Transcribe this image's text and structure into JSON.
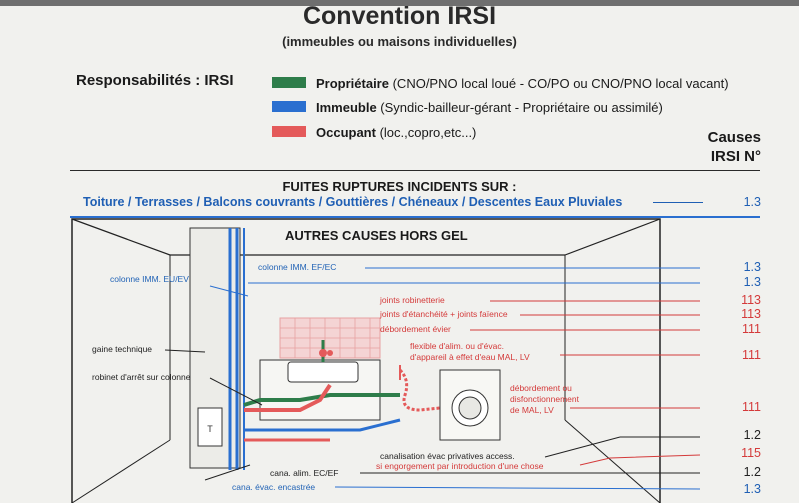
{
  "header": {
    "title": "Convention IRSI",
    "subtitle": "(immeubles ou maisons individuelles)"
  },
  "legend": {
    "label": "Responsabilités : IRSI",
    "items": [
      {
        "bold": "Propriétaire",
        "text": " (CNO/PNO local loué - CO/PO ou CNO/PNO local vacant)",
        "color": "#2e7d4a"
      },
      {
        "bold": "Immeuble",
        "text": " (Syndic-bailleur-gérant - Propriétaire ou assimilé)",
        "color": "#2a6fd0"
      },
      {
        "bold": "Occupant",
        "text": " (loc.,copro,etc...)",
        "color": "#e45a5a"
      }
    ]
  },
  "causes_header": {
    "line1": "Causes",
    "line2": "IRSI N°"
  },
  "fuites": {
    "title": "FUITES RUPTURES INCIDENTS SUR :",
    "line": "Toiture / Terrasses / Balcons couvrants / Gouttières / Chéneaux / Descentes Eaux Pluviales",
    "code": "1.3"
  },
  "diagram": {
    "title": "AUTRES CAUSES HORS GEL",
    "labels": {
      "colonne_ef_ec": "colonne IMM. EF/EC",
      "colonne_eu_ev": "colonne IMM. EU/EV",
      "gaine": "gaine technique",
      "robinet": "robinet d'arrêt sur colonne",
      "joints_robinetterie": "joints robinetterie",
      "joints_etancheite": "joints d'étanchéité + joints faïence",
      "debordement_evier": "débordement évier",
      "flexible1": "flexible d'alim. ou d'évac.",
      "flexible2": "d'appareil à effet d'eau MAL, LV",
      "debord_mal1": "débordement ou",
      "debord_mal2": "disfonctionnement",
      "debord_mal3": "de MAL, LV",
      "canalisation": "canalisation évac privatives access.",
      "engorgement": "si engorgement par introduction d'une chose",
      "cana_alim": "cana. alim. EC/EF",
      "cana_evac": "cana. évac. encastrée"
    },
    "codes": [
      "1.3",
      "1.3",
      "113",
      "113",
      "111",
      "111",
      "111",
      "1.2",
      "115",
      "1.2",
      "1.3"
    ]
  }
}
